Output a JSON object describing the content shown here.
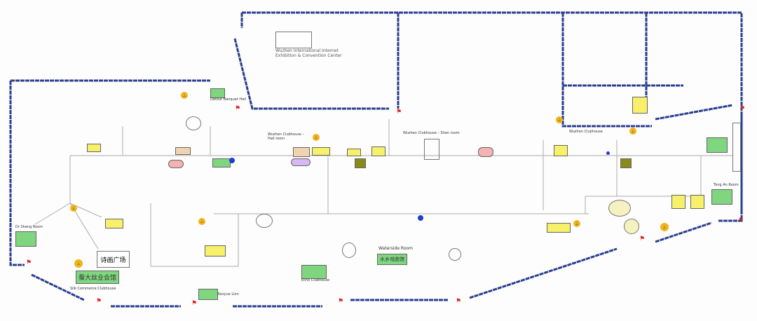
{
  "map": {
    "colors": {
      "boundary": "#2a3f8f",
      "road": "#9a9a9a",
      "green": "#7fd67f",
      "yellow": "#f6f06a",
      "pink": "#f3b3b3"
    },
    "labels": {
      "convention_center": "Wuzhen International Internet Exhibition & Convention Center",
      "detour_banquet": "Detour Banquet Hall",
      "wuzhen_clubhouse_1": "Wuzhen Clubhouse – Hall room",
      "wuzhen_clubhouse_2": "Wuzhen Clubhouse – Shen room",
      "wuzhen_clubhouse_3": "Wuzhen Clubhouse",
      "dr_sheng_room": "Dr Sheng Room",
      "silk_commerce": "Silk Commerce Clubhouse",
      "waterside_room": "Waterside Room",
      "echo_clubhouse": "Echo Clubhouse",
      "baoyue_lion": "Baoyue Lion",
      "tong_an_room": "Tong An Room",
      "poem_square": "诗画广场",
      "silk_hall": "蚕大丝业会馆",
      "waterside_hall": "水乡戏曲馆"
    }
  }
}
